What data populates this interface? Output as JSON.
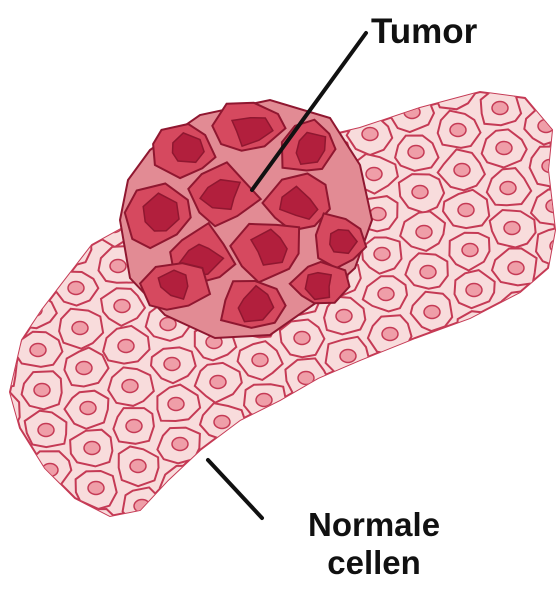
{
  "labels": {
    "tumor": "Tumor",
    "normal_line1": "Normale",
    "normal_line2": "cellen"
  },
  "colors": {
    "normal_cell_fill": "#f8dcdc",
    "normal_cell_stroke": "#c53a55",
    "normal_nucleus_fill": "#ef9ea8",
    "tumor_region_fill": "#e28b94",
    "tumor_cell_fill": "#d6495f",
    "tumor_nucleus_fill": "#b21f3d",
    "tumor_stroke": "#8f1730",
    "pointer_line": "#111111"
  },
  "icons": {
    "tissue": "epithelial-tissue-illustration"
  }
}
